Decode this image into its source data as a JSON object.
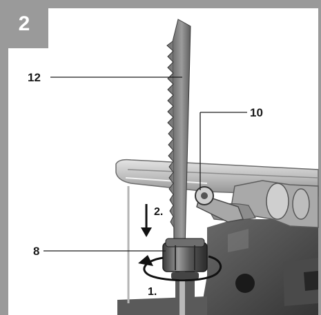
{
  "figure_number": "2",
  "callouts": {
    "c12": "12",
    "c10": "10",
    "c8": "8"
  },
  "steps": {
    "step1": "1.",
    "step2": "2."
  },
  "colors": {
    "frame_gray": "#9a9a9a",
    "metal_dark": "#3c3c3c",
    "metal_mid": "#7d7d7d",
    "metal_light": "#c6c6c6"
  }
}
